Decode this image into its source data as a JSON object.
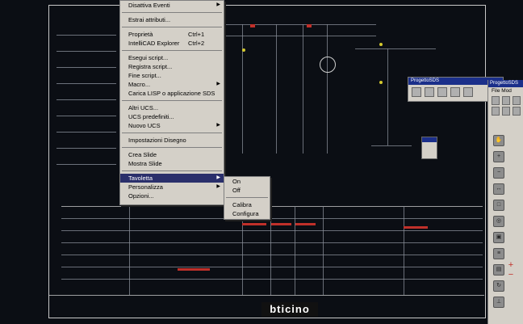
{
  "menu": {
    "items": [
      {
        "label": "Disattiva Eventi",
        "shortcut": "",
        "submenu": true
      },
      {
        "sep": true
      },
      {
        "label": "Estrai attributi...",
        "shortcut": "",
        "submenu": false
      },
      {
        "sep": true
      },
      {
        "label": "Proprietà",
        "shortcut": "Ctrl+1",
        "submenu": false
      },
      {
        "label": "IntelliCAD Explorer",
        "shortcut": "Ctrl+2",
        "submenu": false
      },
      {
        "sep": true
      },
      {
        "label": "Esegui script...",
        "shortcut": "",
        "submenu": false
      },
      {
        "label": "Registra script...",
        "shortcut": "",
        "submenu": false
      },
      {
        "label": "Fine script...",
        "shortcut": "",
        "submenu": false
      },
      {
        "label": "Macro...",
        "shortcut": "",
        "submenu": true
      },
      {
        "label": "Carica LISP o applicazione SDS",
        "shortcut": "",
        "submenu": false
      },
      {
        "sep": true
      },
      {
        "label": "Altri UCS...",
        "shortcut": "",
        "submenu": false
      },
      {
        "label": "UCS predefiniti...",
        "shortcut": "",
        "submenu": false
      },
      {
        "label": "Nuovo UCS",
        "shortcut": "",
        "submenu": true
      },
      {
        "sep": true
      },
      {
        "label": "Impostazioni Disegno",
        "shortcut": "",
        "submenu": false
      },
      {
        "sep": true
      },
      {
        "label": "Crea Slide",
        "shortcut": "",
        "submenu": false
      },
      {
        "label": "Mostra Slide",
        "shortcut": "",
        "submenu": false
      },
      {
        "sep": true
      },
      {
        "label": "Tavoletta",
        "shortcut": "",
        "submenu": true,
        "highlight": true
      },
      {
        "label": "Personalizza",
        "shortcut": "",
        "submenu": true
      },
      {
        "label": "Opzioni...",
        "shortcut": "",
        "submenu": false
      }
    ]
  },
  "submenu": {
    "items": [
      "On",
      "Off",
      "Calibra",
      "Configura"
    ]
  },
  "toolbar": {
    "title": "ProgettoSDS",
    "icons": [
      "n-icon",
      "grid-icon",
      "chart-icon",
      "zoom-icon"
    ]
  },
  "right_panel": {
    "title": "ProgettoSDS",
    "menu": "File  Mod",
    "icons": [
      "open-icon",
      "save-icon",
      "print-icon",
      "cut-icon",
      "copy-icon",
      "paste-icon"
    ]
  },
  "drawing": {
    "logo": "bticino"
  },
  "colors": {
    "menu_bg": "#d4d0c8",
    "highlight": "#2a2f6b",
    "title_bar": "#1b2f8a",
    "cad_bg": "#0b0e14",
    "accent_red": "#c0302a"
  }
}
